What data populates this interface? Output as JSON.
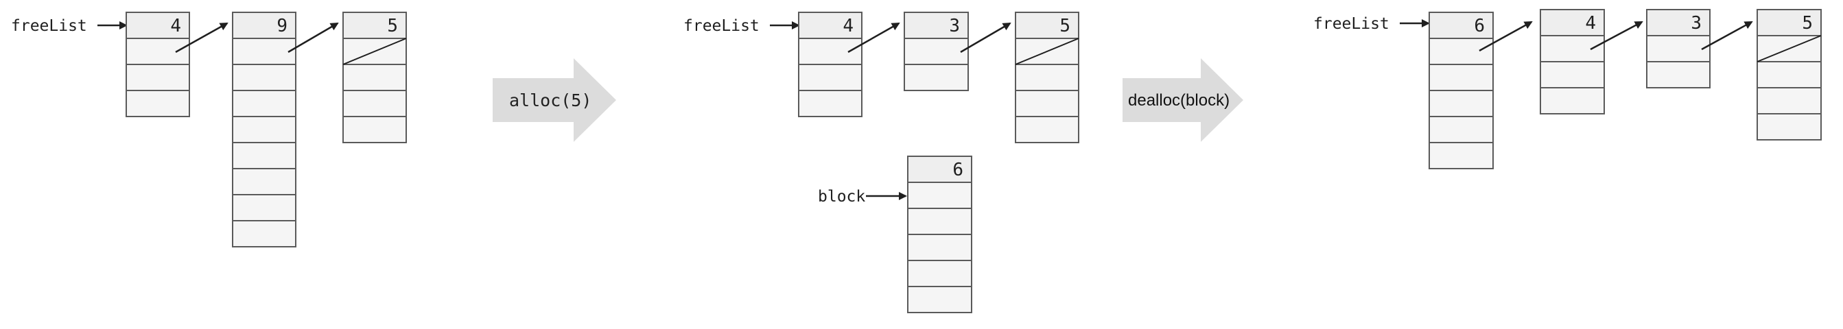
{
  "panels": [
    {
      "pointer_label": "freeList",
      "blocks": [
        {
          "size": "4",
          "next": 1
        },
        {
          "size": "9",
          "next": 2
        },
        {
          "size": "5",
          "next": null
        }
      ]
    },
    {
      "pointer_label": "freeList",
      "blocks": [
        {
          "size": "4",
          "next": 1
        },
        {
          "size": "3",
          "next": 2
        },
        {
          "size": "5",
          "next": null
        }
      ],
      "extra": {
        "pointer_label": "block",
        "size": "6"
      }
    },
    {
      "pointer_label": "freeList",
      "blocks": [
        {
          "size": "6",
          "next": 1
        },
        {
          "size": "4",
          "next": 2
        },
        {
          "size": "3",
          "next": 3
        },
        {
          "size": "5",
          "next": null
        }
      ]
    }
  ],
  "operations": [
    {
      "label": "alloc(5)"
    },
    {
      "label": "dealloc(block)"
    }
  ],
  "colors": {
    "header_fill": "#eeeeee",
    "cell_fill": "#f5f5f5",
    "cell_stroke": "#5a5a5a",
    "arrow": "#1f1f1f",
    "op_arrow": "#dcdcdc"
  }
}
